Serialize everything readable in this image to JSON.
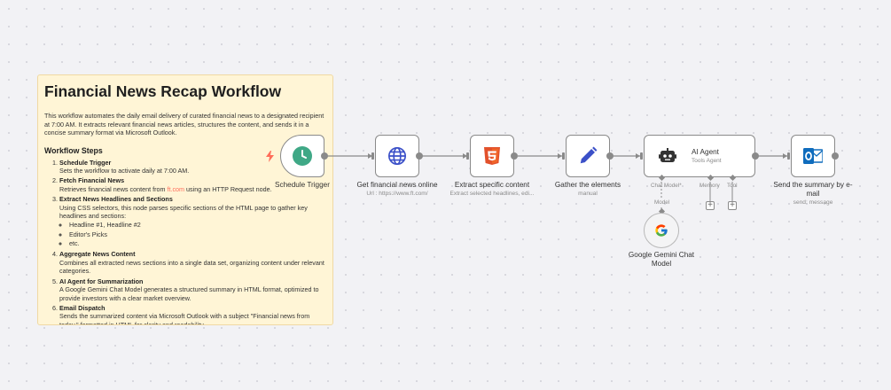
{
  "sticky": {
    "title": "Financial News Recap Workflow",
    "intro": "This workflow automates the daily email delivery of curated financial news to a designated recipient at 7:00 AM. It extracts relevant financial news articles, structures the content, and sends it in a concise summary format via Microsoft Outlook.",
    "steps_heading": "Workflow Steps",
    "steps": [
      {
        "title": "Schedule Trigger",
        "desc": "Sets the workflow to activate daily at 7:00 AM."
      },
      {
        "title": "Fetch Financial News",
        "desc_before": "Retrieves financial news content from ",
        "link": "ft.com",
        "desc_after": " using an HTTP Request node."
      },
      {
        "title": "Extract News Headlines and Sections",
        "desc": "Using CSS selectors, this node parses specific sections of the HTML page to gather key headlines and sections:",
        "sub": [
          "Headline #1, Headline #2",
          "Editor's Picks",
          "etc."
        ]
      },
      {
        "title": "Aggregate News Content",
        "desc": "Combines all extracted news sections into a single data set, organizing content under relevant categories."
      },
      {
        "title": "AI Agent for Summarization",
        "desc": "A Google Gemini Chat Model generates a structured summary in HTML format, optimized to provide investors with a clear market overview."
      },
      {
        "title": "Email Dispatch",
        "desc": "Sends the summarized content via Microsoft Outlook with a subject \"Financial news from today,\" formatted in HTML for clarity and readability."
      }
    ]
  },
  "nodes": {
    "schedule": {
      "label": "Schedule Trigger",
      "icon": "clock-icon",
      "color": "#3fa886"
    },
    "http": {
      "label": "Get financial news online",
      "sub": "Url : https://www.ft.com/",
      "icon": "globe-icon",
      "color": "#3b50c8"
    },
    "html": {
      "label": "Extract specific content",
      "sub": "Extract selected headlines, edi...",
      "icon": "html5-icon",
      "color": "#e2512b"
    },
    "aggregate": {
      "label": "Gather the elements",
      "sub": "manual",
      "icon": "pencil-icon",
      "color": "#3b50c8"
    },
    "agent": {
      "title": "AI Agent",
      "sub": "Tools Agent",
      "icon": "robot-icon",
      "ports": {
        "chat_model": "Chat Model*",
        "memory": "Memory",
        "tool": "Tool"
      }
    },
    "gemini": {
      "label": "Google Gemini Chat Model",
      "edge_label": "Model",
      "icon": "google-icon"
    },
    "outlook": {
      "label": "Send the summary by e-mail",
      "sub": "send: message",
      "icon": "outlook-icon",
      "color": "#0f6cbd"
    }
  },
  "colors": {
    "accent": "#ff6d5a",
    "node_border": "#8a8a8a",
    "sticky_bg": "#fff5d6"
  }
}
